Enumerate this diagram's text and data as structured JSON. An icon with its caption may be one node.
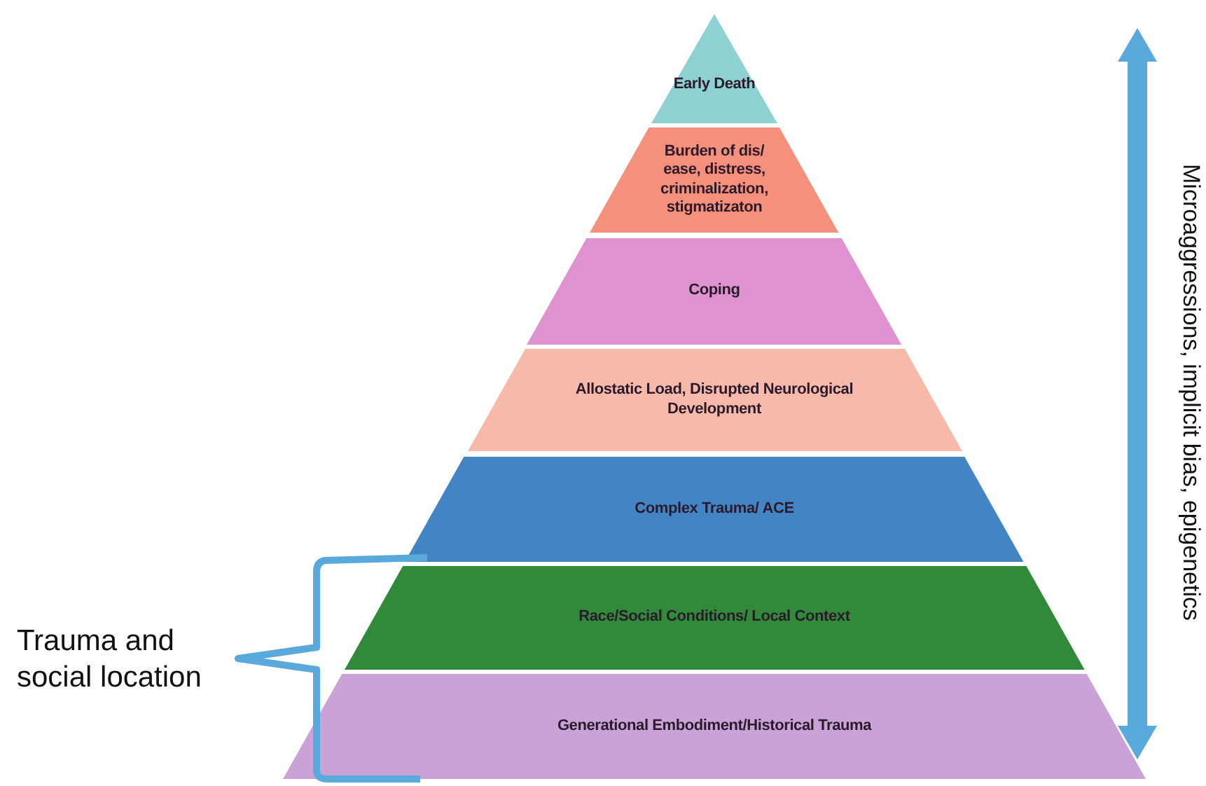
{
  "diagram": {
    "nodes": [
      {
        "text": [
          "Early Death"
        ]
      },
      {
        "text": [
          "Burden of dis/ ease, distress, criminalization, stigmatizaton"
        ]
      },
      {
        "text": [
          "Coping"
        ]
      },
      {
        "text": [
          "Allostatic Load, Disrupted Neurological Development"
        ]
      },
      {
        "text": [
          "Complex Trauma/ ACE"
        ]
      },
      {
        "text": [
          "Race/Social Conditions/ Local Context"
        ]
      },
      {
        "text": [
          "Generational Embodiment/Historical Trauma"
        ]
      }
    ],
    "labels": [
      "Trauma and social location",
      "Microaggressions, implicit bias, epigenetics"
    ]
  }
}
